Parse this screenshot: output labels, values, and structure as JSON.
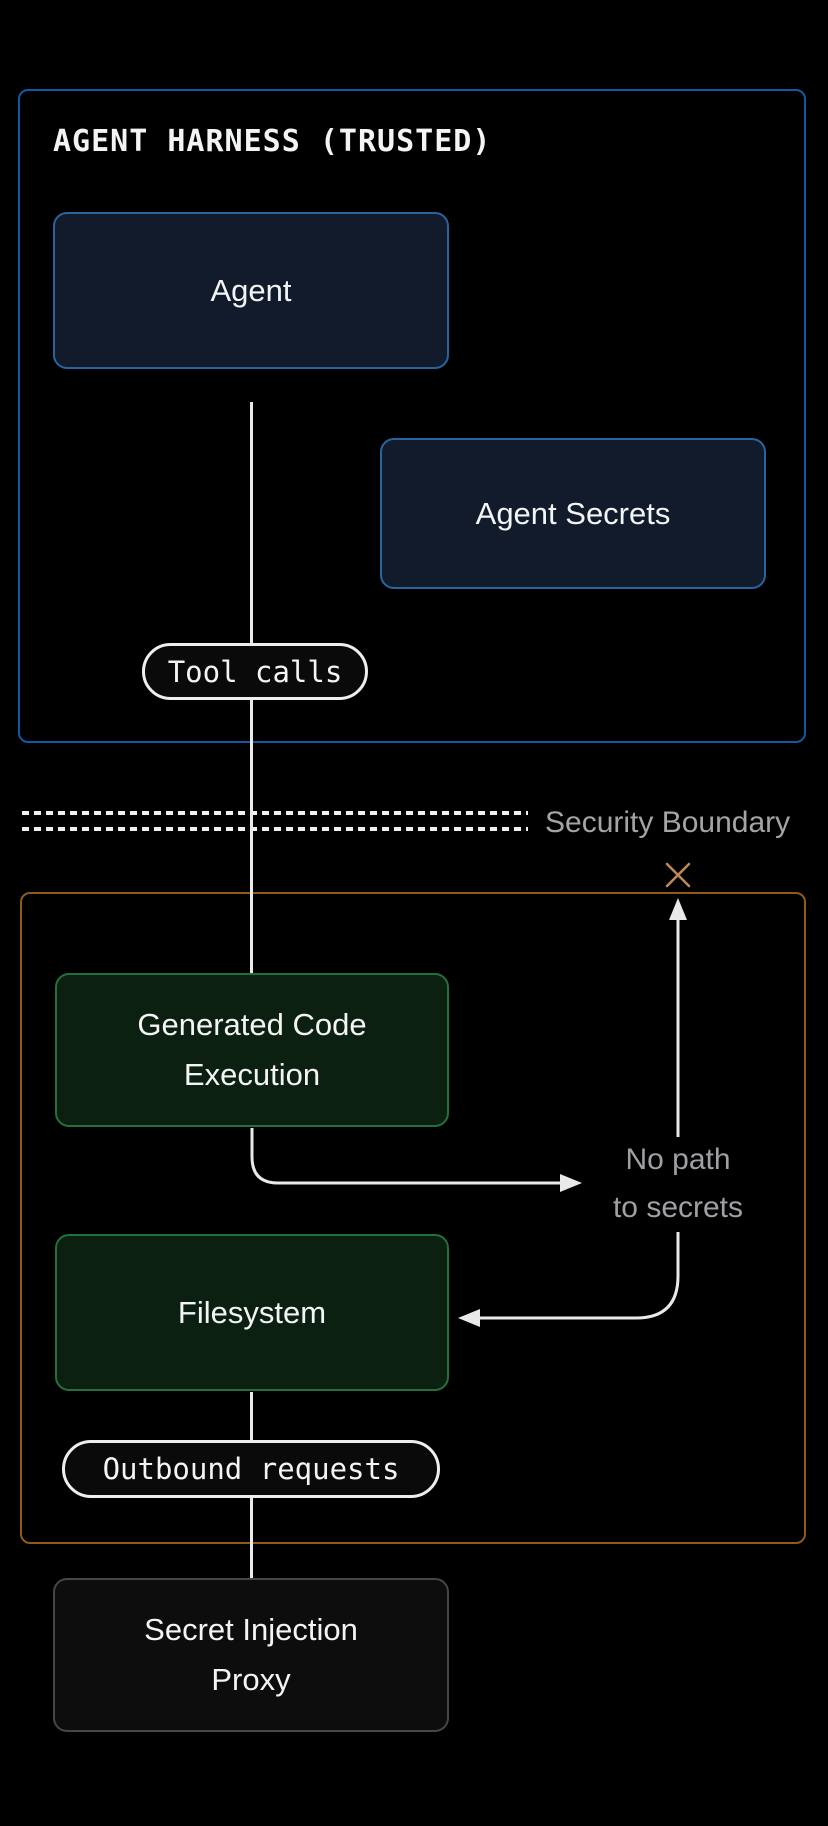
{
  "zones": {
    "trusted": {
      "title": "AGENT HARNESS (TRUSTED)"
    }
  },
  "boundary": {
    "label": "Security Boundary"
  },
  "nodes": {
    "agent": {
      "label": "Agent"
    },
    "agent_secrets": {
      "label": "Agent Secrets"
    },
    "generated_code_execution": {
      "label": "Generated Code Execution"
    },
    "filesystem": {
      "label": "Filesystem"
    },
    "secret_injection_proxy": {
      "label": "Secret Injection Proxy"
    }
  },
  "edge_labels": {
    "tool_calls": "Tool calls",
    "outbound_requests": "Outbound requests"
  },
  "annotations": {
    "no_path_line1": "No path",
    "no_path_line2": "to secrets"
  },
  "icons": {
    "blocked_x": "x-mark"
  },
  "colors": {
    "background": "#000000",
    "trusted_zone_border": "#1457a2",
    "blue_node_bg": "#121b2b",
    "blue_node_border": "#2b639c",
    "sandbox_zone_border": "#8e5b1c",
    "green_node_bg": "#0c2012",
    "green_node_border": "#256f3c",
    "proxy_node_bg": "#0d0d0d",
    "proxy_node_border": "#464646",
    "edge_line": "#e9e9e9",
    "pill_border": "#eeeeee",
    "pill_bg": "#0a0a0a",
    "text_primary": "#f3f4f5",
    "muted_label": "#a4a4a4",
    "blocked_x": "#bd8857"
  }
}
